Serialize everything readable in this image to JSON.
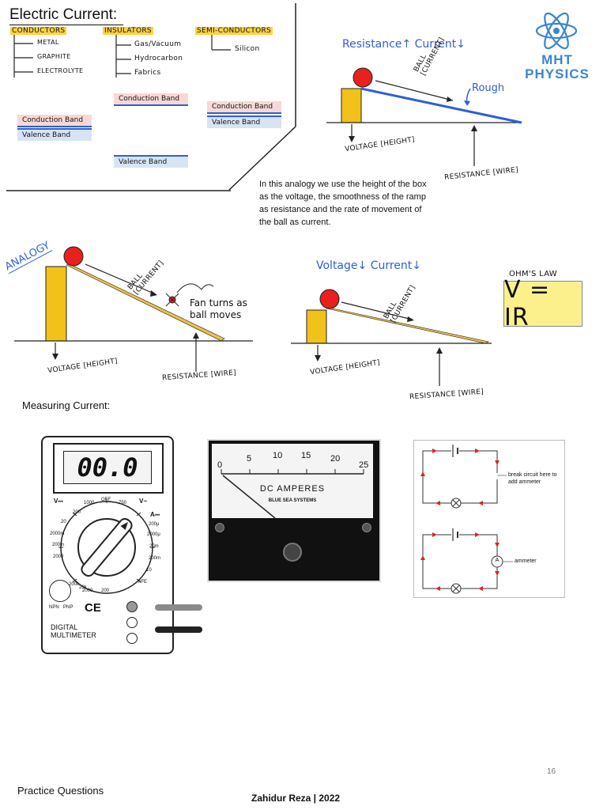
{
  "header": {
    "title": "Electric Current:",
    "logo_line1": "MHT",
    "logo_line2": "PHYSICS"
  },
  "classification": {
    "conductors": {
      "heading": "Conductors",
      "items": [
        "Metal",
        "Graphite",
        "Electrolyte"
      ]
    },
    "insulators": {
      "heading": "Insulators",
      "items": [
        "Gas/Vacuum",
        "Hydrocarbon",
        "Fabrics"
      ]
    },
    "semiconductors": {
      "heading": "Semi-Conductors",
      "items": [
        "Silicon"
      ]
    },
    "bands": {
      "conduction": "Conduction Band",
      "valence": "Valence Band"
    }
  },
  "diagram1": {
    "top_label": "Resistance↑ Current↓",
    "ball_label": "Ball [Current]",
    "rough_label": "Rough",
    "voltage_label": "Voltage [Height]",
    "resistance_label": "Resistance [Wire]"
  },
  "analogy_text": "In this analogy we use the height of the box as the voltage, the smoothness of the ramp as resistance and the rate of movement of the ball as current.",
  "diagram2": {
    "tag": "Analogy",
    "ball_label": "Ball [Current]",
    "fan_label": "Fan turns as ball moves",
    "voltage_label": "Voltage [Height]",
    "resistance_label": "Resistance [Wire]"
  },
  "diagram3": {
    "top_label": "Voltage↓ Current↓",
    "ball_label": "Ball [Current]",
    "voltage_label": "Voltage [Height]",
    "resistance_label": "Resistance [Wire]"
  },
  "ohms_law": {
    "title": "Ohm's Law",
    "formula": "V = IR"
  },
  "measuring": {
    "heading": "Measuring Current:",
    "multimeter": {
      "display": "00.0",
      "label_line1": "DIGITAL",
      "label_line2": "MULTIMETER",
      "dial_labels": [
        "1000",
        "OFF",
        "750",
        "200",
        "20",
        "2000m",
        "200m",
        "2000",
        "200μ",
        "2000μ",
        "20m",
        "200m",
        "10",
        "hFE",
        "200k",
        "20k",
        "2000",
        "200",
        "V⎓",
        "V~",
        "A⎓"
      ],
      "ce": "CE",
      "npn": "NPN",
      "pnp": "PNP"
    },
    "ammeter": {
      "scale": [
        "0",
        "5",
        "10",
        "15",
        "20",
        "25"
      ],
      "unit": "DC AMPERES",
      "brand": "BLUE SEA SYSTEMS"
    },
    "circuit": {
      "note1": "break circuit here to add ammeter",
      "note2": "ammeter",
      "meter_symbol": "A"
    }
  },
  "footer": {
    "page_number": "16",
    "section": "Practice Questions",
    "author": "Zahidur Reza | 2022"
  },
  "colors": {
    "box": "#f2c21b",
    "ball": "#e8201e",
    "blue_ink": "#2d5fd6",
    "ramp": "#e9c24a",
    "ohm_bg": "#fbf08c",
    "logo": "#3a86ce"
  }
}
